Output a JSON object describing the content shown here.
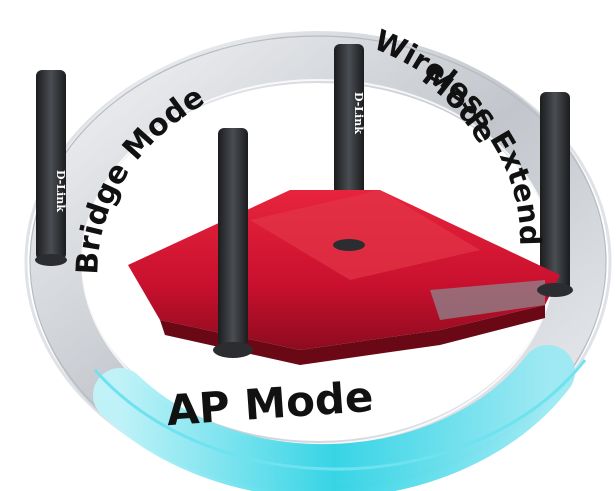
{
  "modes": {
    "bridge": "Bridge Mode",
    "extender_line1": "Wireless Extender",
    "extender_line2": "Mode",
    "ap": "AP Mode"
  },
  "brand": {
    "antenna_label": "D-Link"
  },
  "colors": {
    "router_red": "#c8102e",
    "ring_silver": "#c8cbd0",
    "ap_highlight": "#2fd4e6",
    "antenna": "#2b2d30",
    "text": "#111111"
  },
  "icons": {
    "router": "router-image",
    "mode_ring": "mode-ring"
  }
}
